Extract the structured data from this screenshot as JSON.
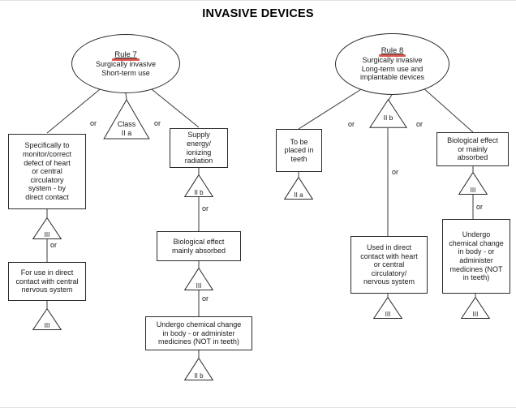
{
  "title": "INVASIVE DEVICES",
  "or_label": "or",
  "rule7": {
    "ellipse_title": "Rule 7",
    "ellipse_lines": "Surgically invasive\nShort-term use",
    "root_class": "Class\nII a",
    "left": {
      "box1": "Specifically to\nmonitor/correct\ndefect of heart\nor central\ncirculatory\nsystem - by\ndirect contact",
      "tri1": "III",
      "box2": "For use in direct\ncontact with central\nnervous system",
      "tri2": "III"
    },
    "right": {
      "box1": "Supply\nenergy/\nionizing\nradiation",
      "tri1": "II b",
      "box2": "Biological effect\nmainly absorbed",
      "tri2": "III",
      "box3": "Undergo chemical change\nin body - or administer\nmedicines (NOT in teeth)",
      "tri3": "II b"
    }
  },
  "rule8": {
    "ellipse_title": "Rule 8",
    "ellipse_lines": "Surgically invasive\nLong-term use and\nimplantable devices",
    "root_class": "II b",
    "left": {
      "box1": "To be\nplaced in\nteeth",
      "tri1": "II a"
    },
    "middle": {
      "box1": "Used in direct\ncontact with heart\nor central\ncirculatory/\nnervous system",
      "tri1": "III"
    },
    "right": {
      "box1": "Biological effect\nor mainly\nabsorbed",
      "tri1": "III",
      "box2": "Undergo\nchemical change\nin body - or\nadminister\nmedicines (NOT\nin teeth)",
      "tri2": "III"
    }
  }
}
